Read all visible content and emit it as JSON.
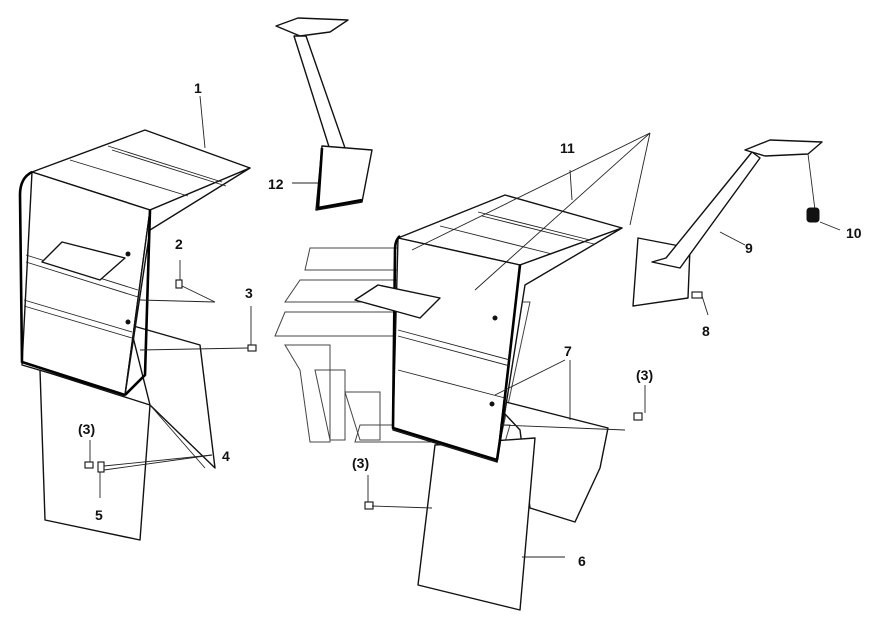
{
  "callouts": {
    "c1": "1",
    "c2": "2",
    "c3": "3",
    "c3a": "(3)",
    "c3b": "(3)",
    "c3c": "(3)",
    "c4": "4",
    "c5": "5",
    "c6": "6",
    "c7": "7",
    "c8": "8",
    "c9": "9",
    "c10": "10",
    "c11": "11",
    "c12": "12"
  }
}
